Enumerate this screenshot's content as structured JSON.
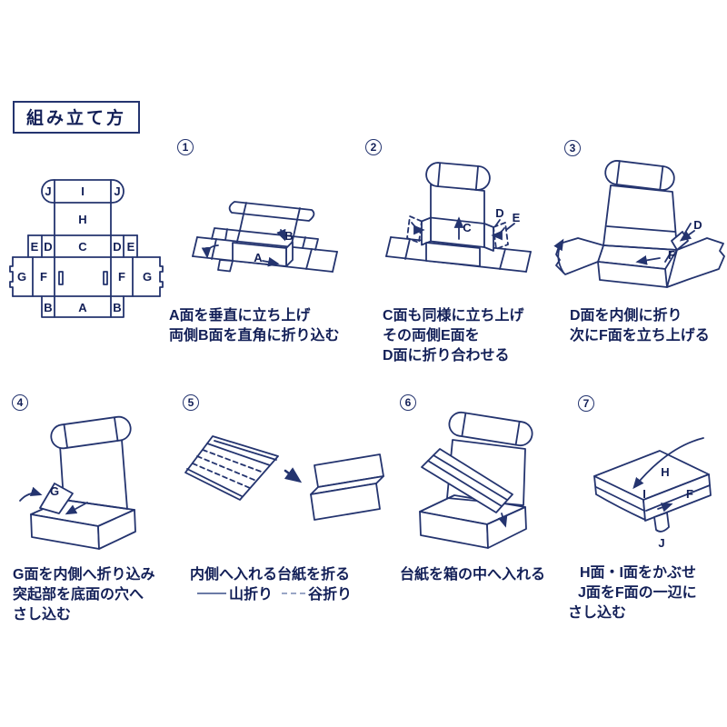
{
  "title": "組み立て方",
  "colors": {
    "ink": "#24346f",
    "text": "#121f57",
    "legend_solid": "#6b7ba6",
    "legend_dash": "#9aa6c6"
  },
  "template_diagram": {
    "labels": {
      "j_left": "J",
      "i": "I",
      "j_right": "J",
      "h": "H",
      "e_left": "E",
      "d_left": "D",
      "c": "C",
      "d_right": "D",
      "e_right": "E",
      "g_left": "G",
      "f_left": "F",
      "f_right": "F",
      "g_right": "G",
      "b_left": "B",
      "a": "A",
      "b_right": "B"
    }
  },
  "steps": [
    {
      "number": "1",
      "caption_lines": [
        "A面を垂直に立ち上げ",
        "両側B面を直角に折り込む"
      ],
      "labels": {
        "a": "A",
        "b": "B"
      }
    },
    {
      "number": "2",
      "caption_lines": [
        "C面も同様に立ち上げ",
        "その両側E面を",
        "D面に折り合わせる"
      ],
      "labels": {
        "c": "C",
        "d": "D",
        "e": "E"
      }
    },
    {
      "number": "3",
      "caption_lines": [
        "D面を内側に折り",
        "次にF面を立ち上げる"
      ],
      "labels": {
        "d": "D",
        "f": "F"
      }
    },
    {
      "number": "4",
      "caption_lines": [
        "G面を内側へ折り込み",
        "突起部を底面の穴へ",
        "さし込む"
      ],
      "labels": {
        "g": "G"
      }
    },
    {
      "number": "5",
      "caption_lines": [
        "内側へ入れる台紙を折る"
      ],
      "legend": {
        "mountain": "山折り",
        "valley": "谷折り"
      }
    },
    {
      "number": "6",
      "caption_lines": [
        "台紙を箱の中へ入れる"
      ]
    },
    {
      "number": "7",
      "caption_lines": [
        "H面・I面をかぶせ",
        "J面をF面の一辺に",
        "さし込む"
      ],
      "labels": {
        "h": "H",
        "i": "I",
        "f": "F",
        "j": "J"
      }
    }
  ]
}
